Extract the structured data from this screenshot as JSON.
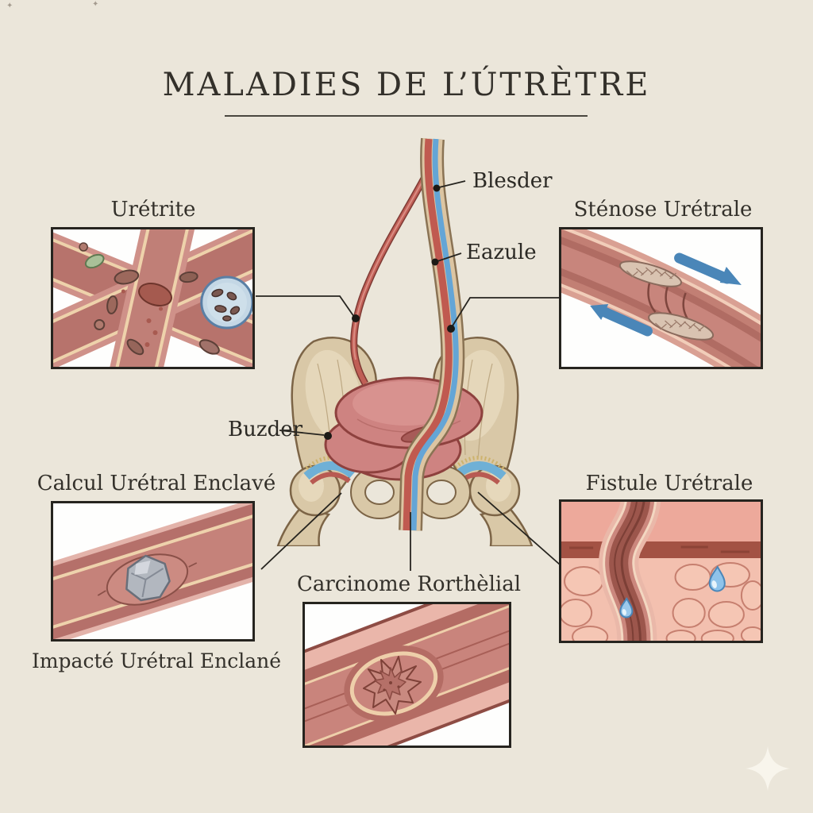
{
  "title": {
    "text": "MALADIES DE L’ÚTRÈTRE"
  },
  "anatomy_labels": {
    "blesder": "Blesder",
    "eazule": "Eazule",
    "buzder": "Buzder"
  },
  "panels": {
    "uretrite": {
      "title": "Urétrite"
    },
    "stenose": {
      "title": "Sténose Urétrale"
    },
    "calcul": {
      "title": "Calcul Urétral Enclavé",
      "caption": "Impacté Urétral Enclané"
    },
    "fistule": {
      "title": "Fistule Urétrale"
    },
    "carcinome": {
      "title": "Carcinome Rorthèlial"
    }
  },
  "icons": {
    "watermark": "four-point-star-sparkle"
  },
  "colors": {
    "background": "#ebe6da",
    "panel_border": "#26241f",
    "leader_line": "#26241f",
    "text": "#33302a",
    "bone": "#d9c8a7",
    "bladder": "#ce8381",
    "tube_red": "#c05a50",
    "tube_blue": "#64a5d6",
    "arrow_blue": "#4a86b8",
    "droplet_blue": "#8fc3ea",
    "stone_grey": "#b2b7bf",
    "sparkle": "#f8f5ec"
  }
}
